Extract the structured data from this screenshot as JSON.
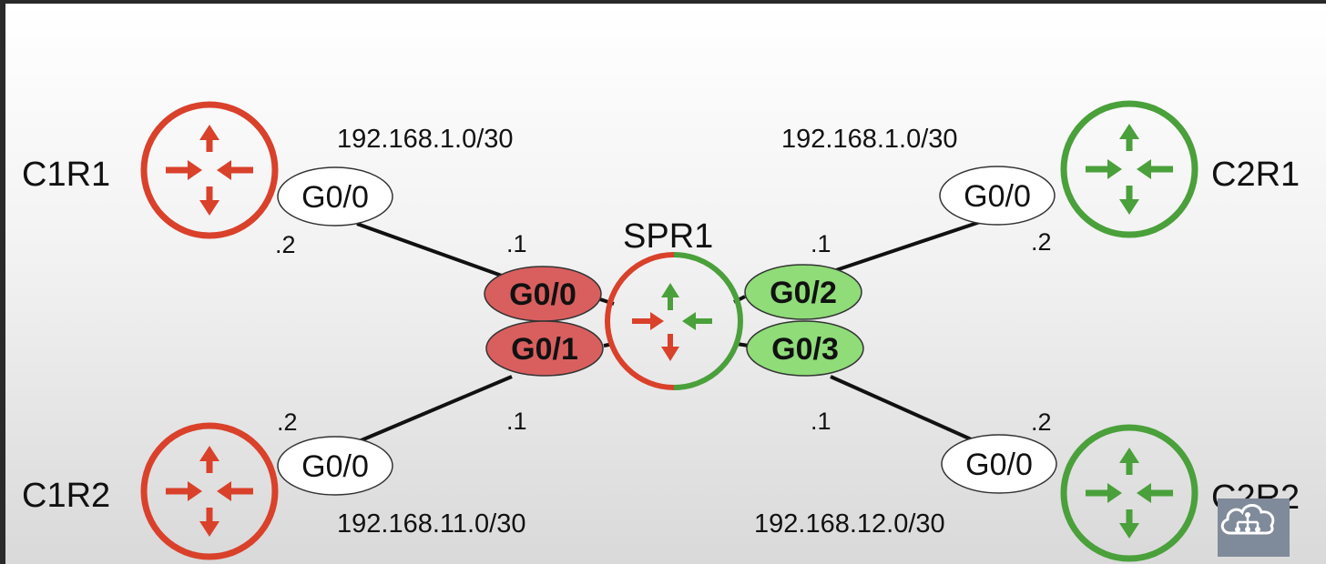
{
  "routers": {
    "c1r1": {
      "name": "C1R1",
      "color": "#d9412b"
    },
    "c1r2": {
      "name": "C1R2",
      "color": "#d9412b"
    },
    "c2r1": {
      "name": "C2R1",
      "color": "#4aa03a"
    },
    "c2r2": {
      "name": "C2R2",
      "color": "#4aa03a"
    },
    "spr1": {
      "name": "SPR1",
      "left_color": "#d9412b",
      "right_color": "#4aa03a"
    }
  },
  "subnets": {
    "c1r1_link": "192.168.1.0/30",
    "c2r1_link": "192.168.1.0/30",
    "c1r2_link": "192.168.11.0/30",
    "c2r2_link": "192.168.12.0/30"
  },
  "interfaces": {
    "c1r1_g00": "G0/0",
    "c1r2_g00": "G0/0",
    "c2r1_g00": "G0/0",
    "c2r2_g00": "G0/0",
    "spr1_g00": "G0/0",
    "spr1_g01": "G0/1",
    "spr1_g02": "G0/2",
    "spr1_g03": "G0/3"
  },
  "hosts": {
    "c1r1_side": ".2",
    "spr1_to_c1r1": ".1",
    "c2r1_side": ".2",
    "spr1_to_c2r1": ".1",
    "c1r2_side": ".2",
    "spr1_to_c1r2": ".1",
    "c2r2_side": ".2",
    "spr1_to_c2r2": ".1"
  },
  "colors": {
    "customer1_interface_fill": "#d95f5f",
    "customer2_interface_fill": "#8fdc79",
    "link_line": "#111111"
  },
  "icons": {
    "router": "router-arrows-icon",
    "logo": "cloud-network-logo-icon"
  }
}
